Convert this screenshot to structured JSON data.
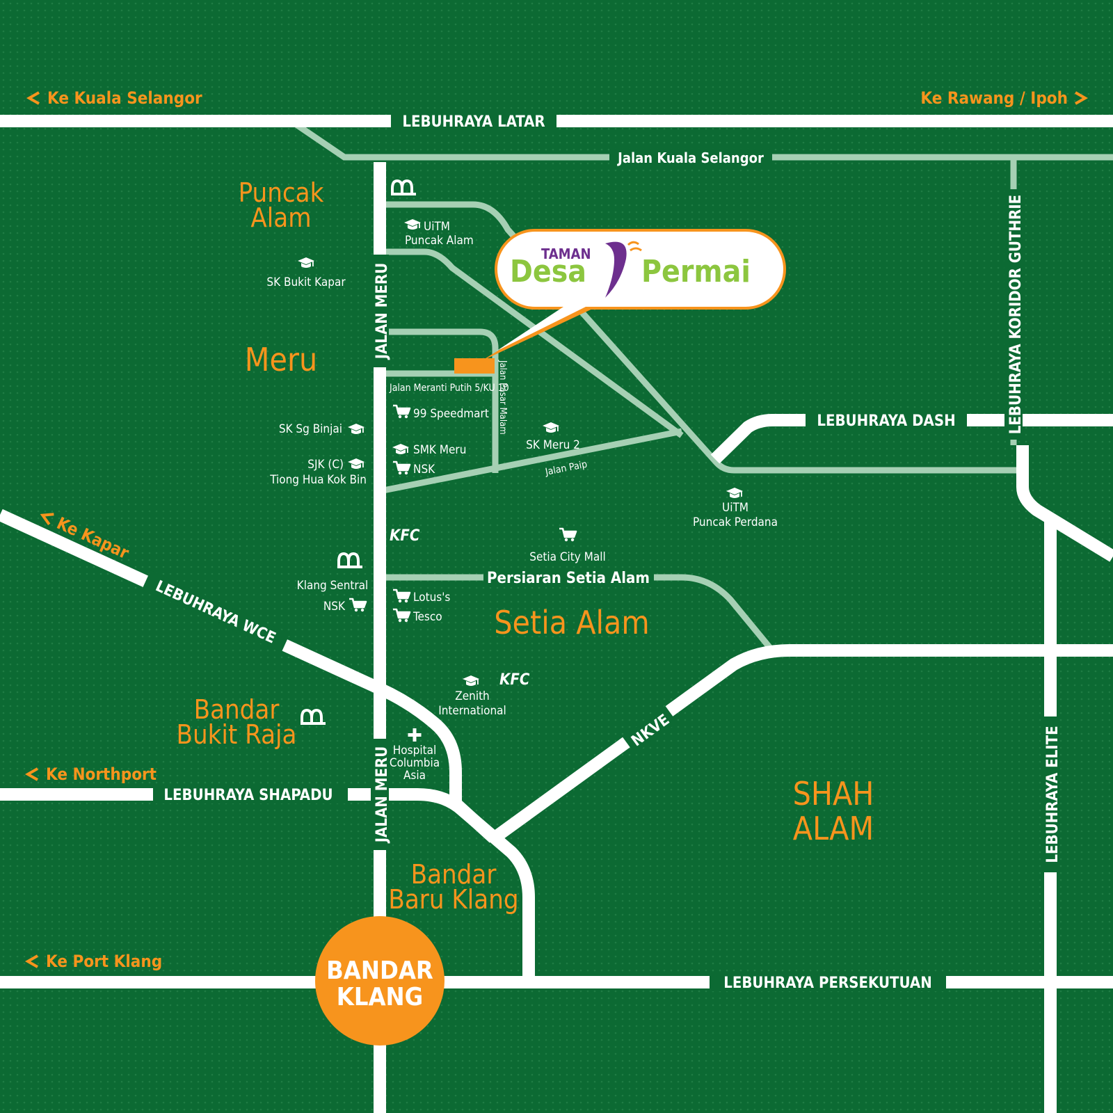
{
  "colors": {
    "background": "#0c6a33",
    "road": "#ffffff",
    "minor_road": "#a6d0b4",
    "accent": "#f7941d",
    "brand_green": "#8cc63f",
    "brand_purple": "#6d2f8e"
  },
  "brand": {
    "small": "TAMAN",
    "word1": "Desa",
    "word2": "Permai"
  },
  "directions": {
    "kuala_selangor": "Ke Kuala Selangor",
    "rawang_ipoh": "Ke Rawang / Ipoh",
    "kapar": "Ke Kapar",
    "northport": "Ke Northport",
    "port_klang": "Ke Port Klang"
  },
  "roads": {
    "latar": "LEBUHRAYA LATAR",
    "kuala_selangor": "Jalan Kuala Selangor",
    "jalan_meru_top": "JALAN MERU",
    "jalan_meru_bottom": "JALAN MERU",
    "koridor_guthrie": "LEBUHRAYA KORIDOR GUTHRIE",
    "dash": "LEBUHRAYA DASH",
    "meranti": "Jalan Meranti Putih 5/KU 10",
    "pasar_malam": "Jalan Pasar Malam",
    "paip": "Jalan Paip",
    "setia_alam": "Persiaran Setia Alam",
    "wce": "LEBUHRAYA WCE",
    "nkve": "NKVE",
    "shapadu": "LEBUHRAYA SHAPADU",
    "persekutuan": "LEBUHRAYA PERSEKUTUAN",
    "elite": "LEBUHRAYA ELITE"
  },
  "areas": {
    "puncak_alam_1": "Puncak",
    "puncak_alam_2": "Alam",
    "meru": "Meru",
    "setia_alam": "Setia Alam",
    "bukit_raja_1": "Bandar",
    "bukit_raja_2": "Bukit Raja",
    "baru_klang_1": "Bandar",
    "baru_klang_2": "Baru Klang",
    "shah_alam_1": "SHAH",
    "shah_alam_2": "ALAM",
    "klang_1": "BANDAR",
    "klang_2": "KLANG"
  },
  "pois": {
    "uitm_pa_1": "UiTM",
    "uitm_pa_2": "Puncak Alam",
    "sk_bukit_kapar": "SK Bukit Kapar",
    "speedmart": "99 Speedmart",
    "sk_sg_binjai": "SK Sg Binjai",
    "smk_meru": "SMK Meru",
    "nsk_meru": "NSK",
    "sjk_1": "SJK (C)",
    "sjk_2": "Tiong Hua Kok Bin",
    "sk_meru_2": "SK Meru 2",
    "uitm_pp_1": "UiTM",
    "uitm_pp_2": "Puncak Perdana",
    "kfc_1": "KFC",
    "setia_city_mall": "Setia City Mall",
    "klang_sentral": "Klang Sentral",
    "nsk_sentral": "NSK",
    "lotuss": "Lotus's",
    "tesco": "Tesco",
    "zenith_1": "Zenith",
    "zenith_2": "International",
    "kfc_2": "KFC",
    "hospital_1": "Hospital",
    "hospital_2": "Columbia",
    "hospital_3": "Asia"
  },
  "icons": [
    "graduation-cap-icon",
    "shopping-cart-icon",
    "mcdonalds-icon",
    "kfc-logo",
    "hospital-cross-icon",
    "location-marker",
    "chevron-left-icon",
    "chevron-right-icon"
  ]
}
